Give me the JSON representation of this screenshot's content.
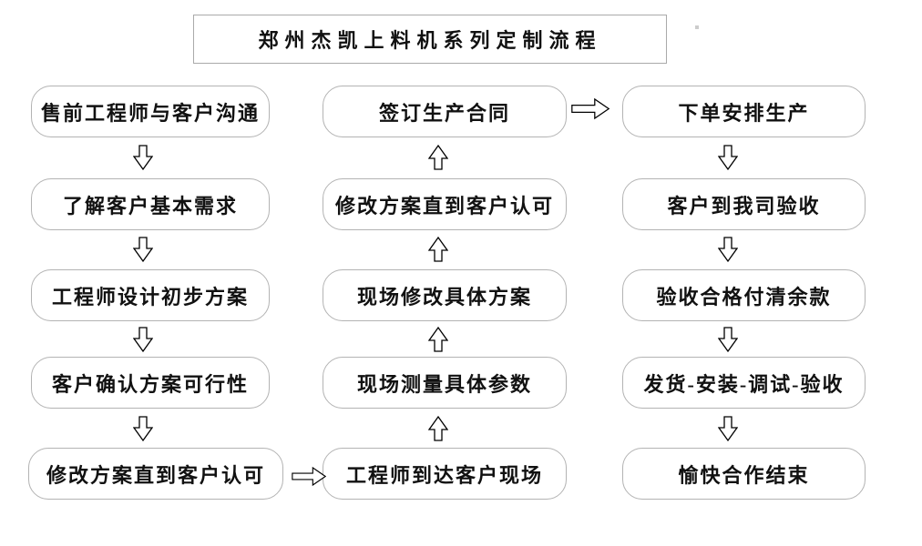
{
  "title": "郑州杰凯上料机系列定制流程",
  "flow": {
    "left": [
      "售前工程师与客户沟通",
      "了解客户基本需求",
      "工程师设计初步方案",
      "客户确认方案可行性",
      "修改方案直到客户认可"
    ],
    "middle": [
      "签订生产合同",
      "修改方案直到客户认可",
      "现场修改具体方案",
      "现场测量具体参数",
      "工程师到达客户现场"
    ],
    "right": [
      "下单安排生产",
      "客户到我司验收",
      "验收合格付清余款",
      "发货-安装-调试-验收",
      "愉快合作结束"
    ]
  },
  "icons": {
    "down_arrow": "down-arrow-icon",
    "up_arrow": "up-arrow-icon",
    "right_arrow": "right-arrow-icon"
  },
  "colors": {
    "background": "#ffffff",
    "box_border": "#b3b3b3",
    "title_border": "#aaaaaa",
    "text": "#111111",
    "arrow_outline": "#000000",
    "arrow_fill": "#ffffff"
  }
}
